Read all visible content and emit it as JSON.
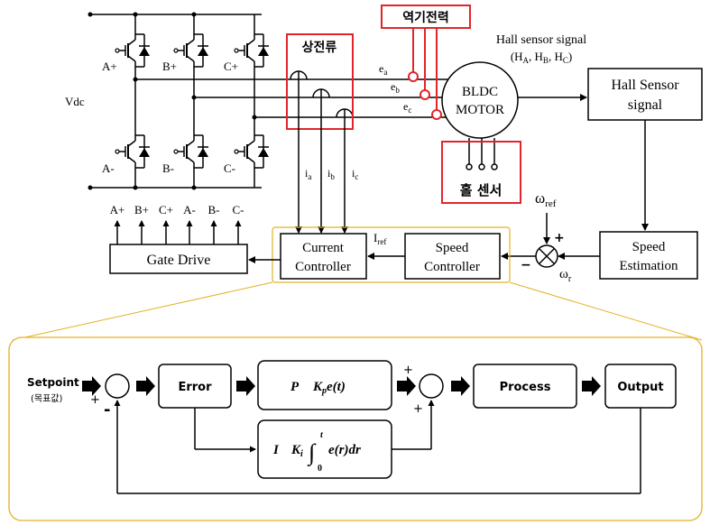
{
  "inverter": {
    "vdc": "Vdc",
    "switches": [
      "A+",
      "B+",
      "C+",
      "A-",
      "B-",
      "C-"
    ]
  },
  "labels": {
    "phase_current_kr": "상전류",
    "back_emf_kr": "역기전력",
    "hall_sensor_kr": "홀 센서",
    "hall_signal_line1": "Hall sensor signal",
    "hall_signal_line2": "(HA, HB, HC)",
    "ea": "ea",
    "eb": "eb",
    "ec": "ec",
    "ia": "ia",
    "ib": "ib",
    "ic": "ic",
    "iref": "Iref",
    "omega_ref": "ωref",
    "omega_r": "ωr",
    "plus": "+",
    "minus": "−"
  },
  "blocks": {
    "motor_line1": "BLDC",
    "motor_line2": "MOTOR",
    "hall_box_line1": "Hall Sensor",
    "hall_box_line2": "signal",
    "speed_est_line1": "Speed",
    "speed_est_line2": "Estimation",
    "speed_ctrl_line1": "Speed",
    "speed_ctrl_line2": "Controller",
    "current_ctrl_line1": "Current",
    "current_ctrl_line2": "Controller",
    "gate_drive": "Gate Drive",
    "gate_outputs": [
      "A+",
      "B+",
      "C+",
      "A-",
      "B-",
      "C-"
    ]
  },
  "pid": {
    "setpoint": "Setpoint",
    "setpoint_kr": "(목표값)",
    "error": "Error",
    "p_label": "P",
    "p_formula": "Kpe(t)",
    "i_label": "I",
    "i_formula": "Ki∫e(r)dr",
    "i_upper": "t",
    "i_lower": "0",
    "process": "Process",
    "output": "Output",
    "plus": "+",
    "minus": "-"
  },
  "colors": {
    "highlight_red": "#e0262b",
    "zoom_gold": "#e3b125",
    "line": "#000000"
  }
}
